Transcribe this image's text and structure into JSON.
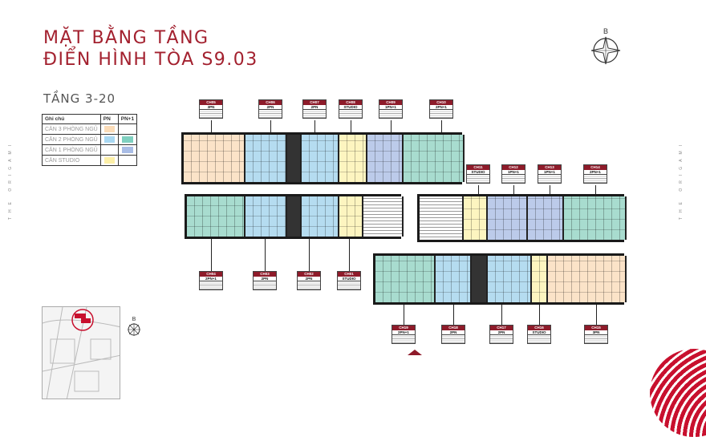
{
  "title": {
    "line1": "MẶT BẰNG TẦNG",
    "line2": "ĐIỂN HÌNH TÒA S9.03"
  },
  "floor_label": "TẦNG 3-20",
  "brand_side_text": "THE ORIGAMI",
  "compass_label": "B",
  "legend": {
    "headers": [
      "Ghi chú",
      "PN",
      "PN+1"
    ],
    "rows": [
      {
        "label": "CĂN 3 PHÒNG NGỦ",
        "pn": "#fbdcb8",
        "pn1": ""
      },
      {
        "label": "CĂN 2 PHÒNG NGỦ",
        "pn": "#a9d8f2",
        "pn1": "#7fd0c0"
      },
      {
        "label": "CĂN 1 PHÒNG NGỦ",
        "pn": "",
        "pn1": "#a9bde6"
      },
      {
        "label": "CĂN STUDIO",
        "pn": "#fdf0a8",
        "pn1": ""
      }
    ]
  },
  "colors": {
    "3PN": "#fbe3c8",
    "2PN": "#b5dcf0",
    "2PN+1": "#a8dccf",
    "1PN+1": "#bccbea",
    "STUDIO": "#fdf5c0"
  },
  "units": [
    {
      "code": "CH05",
      "type": "3PN"
    },
    {
      "code": "CH06",
      "type": "2PN"
    },
    {
      "code": "CH07",
      "type": "2PN"
    },
    {
      "code": "CH08",
      "type": "STUDIO"
    },
    {
      "code": "CH09",
      "type": "1PN+1"
    },
    {
      "code": "CH10",
      "type": "2PN+1"
    },
    {
      "code": "CH04",
      "type": "2PN+1"
    },
    {
      "code": "CH03",
      "type": "2PN"
    },
    {
      "code": "CH02",
      "type": "2PN"
    },
    {
      "code": "CH01",
      "type": "STUDIO"
    },
    {
      "code": "CH11",
      "type": "STUDIO"
    },
    {
      "code": "CH12",
      "type": "1PN+1"
    },
    {
      "code": "CH13",
      "type": "1PN+1"
    },
    {
      "code": "CH14",
      "type": "2PN+1"
    },
    {
      "code": "CH19",
      "type": "2PN+1"
    },
    {
      "code": "CH18",
      "type": "2PN"
    },
    {
      "code": "CH17",
      "type": "2PN"
    },
    {
      "code": "CH16",
      "type": "STUDIO"
    },
    {
      "code": "CH15",
      "type": "3PN"
    }
  ]
}
